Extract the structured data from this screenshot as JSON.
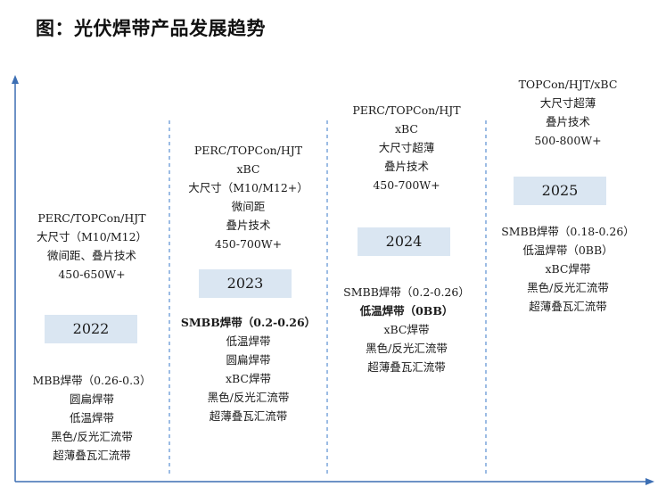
{
  "title": "图：光伏焊带产品发展趋势",
  "colors": {
    "axis": "#3d6fb4",
    "divider": "#5b8fd1",
    "year_box": "#dae6f2"
  },
  "columns": [
    {
      "year": "2022",
      "top_lines": [
        "PERC/TOPCon/HJT",
        "大尺寸（M10/M12）",
        "微间距、叠片技术",
        "450-650W+"
      ],
      "bottom_lines": [
        {
          "text": "MBB焊带（0.26-0.3）",
          "bold": false
        },
        {
          "text": "圆扁焊带",
          "bold": false
        },
        {
          "text": "低温焊带",
          "bold": false
        },
        {
          "text": "黑色/反光汇流带",
          "bold": false
        },
        {
          "text": "超薄叠瓦汇流带",
          "bold": false
        }
      ]
    },
    {
      "year": "2023",
      "top_lines": [
        "PERC/TOPCon/HJT",
        "xBC",
        "大尺寸（M10/M12+）",
        "微间距",
        "叠片技术",
        "450-700W+"
      ],
      "bottom_lines": [
        {
          "text": "SMBB焊带（0.2-0.26）",
          "bold": true
        },
        {
          "text": "低温焊带",
          "bold": false
        },
        {
          "text": "圆扁焊带",
          "bold": false
        },
        {
          "text": "xBC焊带",
          "bold": false
        },
        {
          "text": "黑色/反光汇流带",
          "bold": false
        },
        {
          "text": "超薄叠瓦汇流带",
          "bold": false
        }
      ]
    },
    {
      "year": "2024",
      "top_lines": [
        "PERC/TOPCon/HJT",
        "xBC",
        "大尺寸超薄",
        "叠片技术",
        "450-700W+"
      ],
      "bottom_lines": [
        {
          "text": "SMBB焊带（0.2-0.26）",
          "bold": false
        },
        {
          "text": "低温焊带（0BB）",
          "bold": true
        },
        {
          "text": "xBC焊带",
          "bold": false
        },
        {
          "text": "黑色/反光汇流带",
          "bold": false
        },
        {
          "text": "超薄叠瓦汇流带",
          "bold": false
        }
      ]
    },
    {
      "year": "2025",
      "top_lines": [
        "TOPCon/HJT/xBC",
        "大尺寸超薄",
        "叠片技术",
        "500-800W+"
      ],
      "bottom_lines": [
        {
          "text": "SMBB焊带（0.18-0.26）",
          "bold": false
        },
        {
          "text": "低温焊带（0BB）",
          "bold": false
        },
        {
          "text": "xBC焊带",
          "bold": false
        },
        {
          "text": "黑色/反光汇流带",
          "bold": false
        },
        {
          "text": "超薄叠瓦汇流带",
          "bold": false
        }
      ]
    }
  ]
}
